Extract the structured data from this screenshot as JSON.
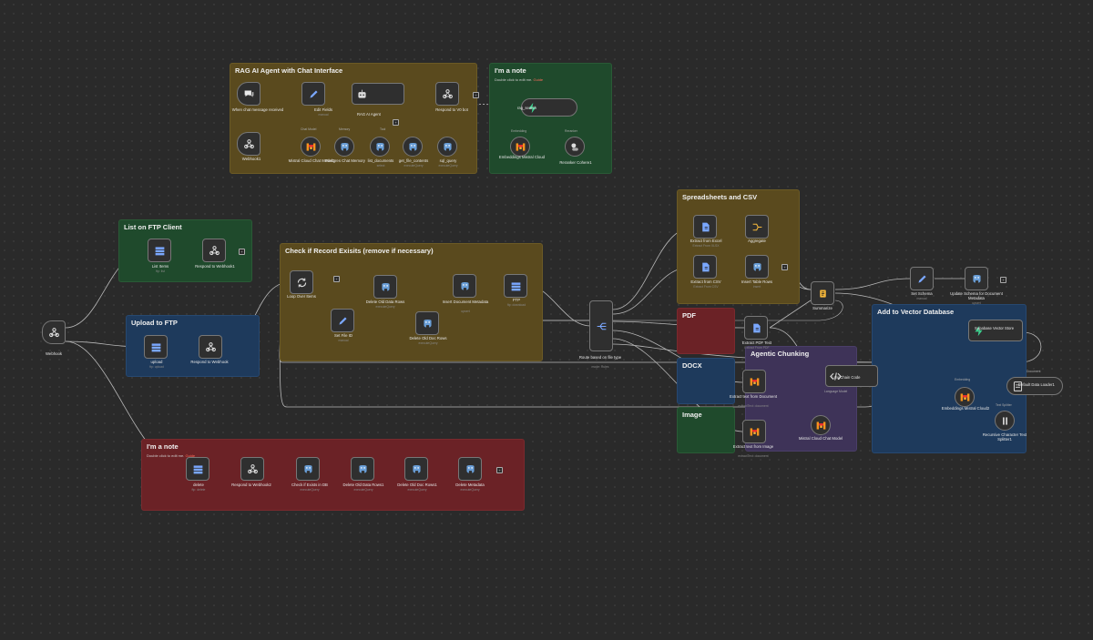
{
  "stickies": {
    "rag": {
      "title": "RAG AI Agent with Chat Interface"
    },
    "note1": {
      "title": "I'm a note",
      "sub_pre": "Double click to edit me. ",
      "sub_link": "Guide"
    },
    "ftp_list": {
      "title": "List on FTP Client"
    },
    "upload": {
      "title": "Upload to FTP"
    },
    "check": {
      "title": "Check if Record Exisits (remove if necessary)"
    },
    "sheets": {
      "title": "Spreadsheets and CSV"
    },
    "pdf": {
      "title": "PDF"
    },
    "docx": {
      "title": "DOCX"
    },
    "image": {
      "title": "Image"
    },
    "agentic": {
      "title": "Agentic Chunking"
    },
    "vector": {
      "title": "Add to Vector Database"
    },
    "note2": {
      "title": "I'm a note",
      "sub_pre": "Double click to edit me. ",
      "sub_link": "Guide"
    }
  },
  "nodes": {
    "chat_trigger": {
      "label": "When chat message received",
      "icon": "chat-icon"
    },
    "edit_fields": {
      "label": "Edit Fields",
      "sub": "manual",
      "icon": "pencil-icon"
    },
    "rag_agent": {
      "label": "RAG AI Agent",
      "icon": "robot-icon"
    },
    "respond_v0": {
      "label": "Respond to V0 bot",
      "icon": "webhook-icon"
    },
    "webhook1": {
      "label": "Webhook1",
      "icon": "webhook-icon"
    },
    "mistral_chat1": {
      "label": "Mistral Cloud Chat Model1",
      "icon": "mistral-icon"
    },
    "postgres_memory": {
      "label": "Postgres Chat Memory",
      "icon": "postgres-icon"
    },
    "list_documents": {
      "label": "list_documents",
      "sub": "select",
      "icon": "postgres-icon"
    },
    "get_file_contents": {
      "label": "get_file_contents",
      "sub": "executeQuery",
      "icon": "postgres-icon"
    },
    "sql_query": {
      "label": "sql_query",
      "sub": "executeQuery",
      "icon": "postgres-icon"
    },
    "rag_search": {
      "label": "rag_search",
      "icon": "supabase-icon"
    },
    "emb_mistral": {
      "label": "Embeddings Mistral Cloud",
      "icon": "mistral-icon"
    },
    "reranker": {
      "label": "Reranker Cohere1",
      "icon": "cohere-icon"
    },
    "list_items": {
      "label": "List Items",
      "sub": "ftp: list",
      "icon": "ftp-icon"
    },
    "respond_wh1": {
      "label": "Respond to Webhook1",
      "icon": "webhook-icon"
    },
    "webhook": {
      "label": "Webhook",
      "icon": "webhook-icon"
    },
    "upload": {
      "label": "upload",
      "sub": "ftp: upload",
      "icon": "ftp-icon"
    },
    "respond_wh": {
      "label": "Respond to Webhook",
      "icon": "webhook-icon"
    },
    "loop": {
      "label": "Loop Over Items",
      "icon": "loop-icon"
    },
    "set_file_id": {
      "label": "Set File ID",
      "sub": "manual",
      "icon": "pencil-icon"
    },
    "delete_old_data": {
      "label": "Delete Old Data Rows",
      "sub": "executeQuery",
      "icon": "postgres-icon"
    },
    "delete_old_doc": {
      "label": "Delete Old Doc Rows",
      "sub": "executeQuery",
      "icon": "postgres-icon"
    },
    "insert_meta": {
      "label": "Insert Document Metadata",
      "sub": "upsert",
      "icon": "postgres-icon"
    },
    "ftp": {
      "label": "FTP",
      "sub": "ftp: download",
      "icon": "ftp-icon"
    },
    "switch": {
      "label": "Route based on file type",
      "sub": "mode: Rules",
      "icon": "switch-icon"
    },
    "extract_excel": {
      "label": "Extract from Excel",
      "sub": "Extract From XLSX",
      "icon": "extract-icon"
    },
    "aggregate": {
      "label": "Aggregate",
      "icon": "aggregate-icon"
    },
    "extract_csv": {
      "label": "Extract from CSV",
      "sub": "Extract From CSV",
      "icon": "extract-icon"
    },
    "insert_table": {
      "label": "Insert Table Rows",
      "sub": "insert",
      "icon": "postgres-icon"
    },
    "summarize": {
      "label": "Summarize",
      "icon": "summarize-icon"
    },
    "set_schema": {
      "label": "Set Schema",
      "sub": "manual",
      "icon": "pencil-icon"
    },
    "update_schema": {
      "label": "Update Schema for Document Metadata",
      "sub": "upsert",
      "icon": "postgres-icon"
    },
    "extract_pdf": {
      "label": "Extract PDF Text",
      "sub": "Extract From PDF",
      "icon": "extract-icon"
    },
    "extract_doc": {
      "label": "Extract text from Document",
      "sub": "extractText: document",
      "icon": "mistral-icon"
    },
    "extract_img": {
      "label": "Extract text from Image",
      "sub": "extractText: document",
      "icon": "mistral-icon"
    },
    "langchain": {
      "label": "LangChain Code",
      "icon": "code-icon"
    },
    "mistral_chat": {
      "label": "Mistral Cloud Chat Model",
      "icon": "mistral-icon"
    },
    "supabase_store": {
      "label": "Supabase Vector Store",
      "icon": "supabase-icon"
    },
    "emb_mistral2": {
      "label": "Embeddings Mistral Cloud2",
      "icon": "mistral-icon"
    },
    "default_loader": {
      "label": "Default Data Loader1",
      "icon": "loader-icon"
    },
    "recursive_splitter": {
      "label": "Recursive Character Text Splitter1",
      "icon": "splitter-icon"
    },
    "delete_ftp": {
      "label": "delete",
      "sub": "ftp: delete",
      "icon": "ftp-icon"
    },
    "respond_wh2": {
      "label": "Respond to Webhook2",
      "icon": "webhook-icon"
    },
    "check_exists": {
      "label": "Check if Exists in DB",
      "sub": "executeQuery",
      "icon": "postgres-icon"
    },
    "delete_old_data1": {
      "label": "Delete Old Data Rows1",
      "sub": "executeQuery",
      "icon": "postgres-icon"
    },
    "delete_old_doc1": {
      "label": "Delete Old Doc Rows1",
      "sub": "executeQuery",
      "icon": "postgres-icon"
    },
    "delete_meta": {
      "label": "Delete Metadata",
      "sub": "executeQuery",
      "icon": "postgres-icon"
    }
  },
  "ports": {
    "chat_model": "Chat Model",
    "memory": "Memory",
    "tool": "Tool",
    "embedding": "Embedding",
    "reranker": "Reranker",
    "model": "Language Model",
    "document": "Document",
    "text_splitter": "Text Splitter"
  },
  "colors": {
    "canvas": "#2a2a2a",
    "wire": "#b8b8b8",
    "link_red": "#ff6b5a"
  }
}
